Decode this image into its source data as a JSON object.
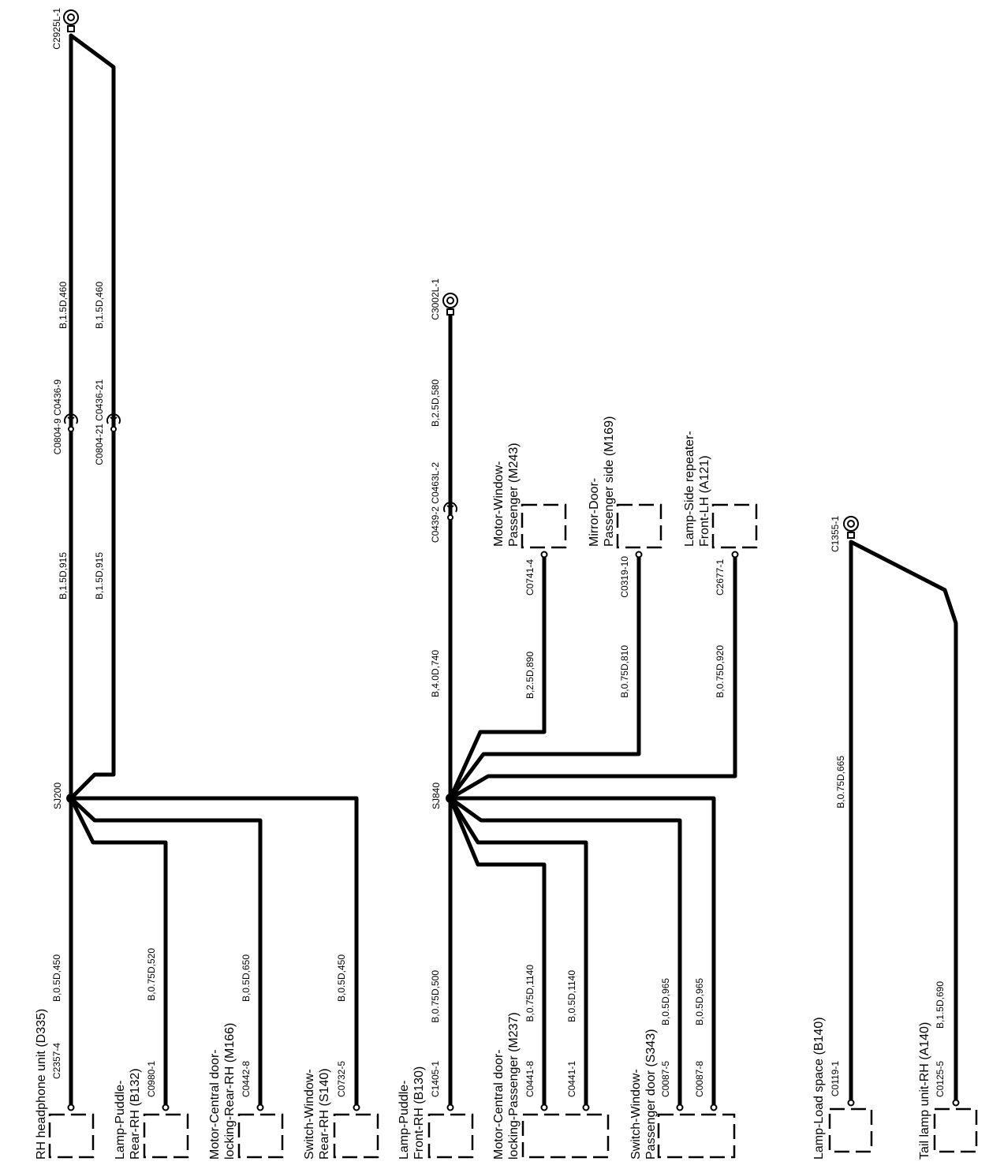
{
  "splices": {
    "sj200": "SJ200",
    "sj840": "SJ840"
  },
  "grounds": {
    "g1": "C2925L-1",
    "g2": "C3002L-1",
    "g3": "C1355-1"
  },
  "inline_connectors": {
    "c0804_9": "C0804-9 C0436-9",
    "c0804_21": "C0804-21 C0436-21",
    "c0439_2": "C0439-2 C0463L-2"
  },
  "wires": {
    "w1_top": "B,1.5D,460",
    "w2_top": "B,1.5D,460",
    "w1_mid": "B,1.5D,915",
    "w2_mid": "B,1.5D,915",
    "w3_top": "B,2.5D,580",
    "w3_mid": "B,4.0D,740",
    "m243": "B,2.5D,890",
    "m169": "B,0.75D,810",
    "a121": "B,0.75D,920",
    "g3_wire": "B,0.75D,665",
    "d335": "B,0.5D,450",
    "b132": "B,0.75D,520",
    "m166": "B,0.5D,650",
    "s140": "B,0.5D,450",
    "b130": "B,0.75D,500",
    "m237": "B,0.75D,1140",
    "m237b": "B,0.5D,1140",
    "s343": "B,0.5D,965",
    "s343b": "B,0.5D,965",
    "b140": "B,0.75D,665",
    "a140": "B,1.5D,690"
  },
  "top_components": {
    "m243": {
      "line1": "Motor-Window-",
      "line2": "Passenger (M243)",
      "pin": "C0741-4"
    },
    "m169": {
      "line1": "Mirror-Door-",
      "line2": "Passenger side (M169)",
      "pin": "C0319-10"
    },
    "a121": {
      "line1": "Lamp-Side repeater-",
      "line2": "Front-LH (A121)",
      "pin": "C2677-1"
    }
  },
  "bottom_components": {
    "d335": {
      "line1": "RH headphone unit (D335)",
      "pin": "C2357-4"
    },
    "b132": {
      "line1": "Lamp-Puddle-",
      "line2": "Rear-RH (B132)",
      "pin": "C0980-1"
    },
    "m166": {
      "line1": "Motor-Central door-",
      "line2": "locking-Rear-RH (M166)",
      "pin": "C0442-8"
    },
    "s140": {
      "line1": "Switch-Window-",
      "line2": "Rear-RH (S140)",
      "pin": "C0732-5"
    },
    "b130": {
      "line1": "Lamp-Puddle-",
      "line2": "Front-RH (B130)",
      "pin": "C1405-1"
    },
    "m237": {
      "line1": "Motor-Central door-",
      "line2": "locking-Passenger (M237)",
      "pin": "C0441-8",
      "pin2": "C0441-1"
    },
    "s343": {
      "line1": "Switch-Window-",
      "line2": "Passenger door (S343)",
      "pin": "C0087-5",
      "pin2": "C0087-8"
    },
    "b140": {
      "line1": "Lamp-Load space (B140)",
      "pin": "C0119-1"
    },
    "a140": {
      "line1": "Tail lamp unit-RH (A140)",
      "pin": "C0125-5"
    }
  }
}
